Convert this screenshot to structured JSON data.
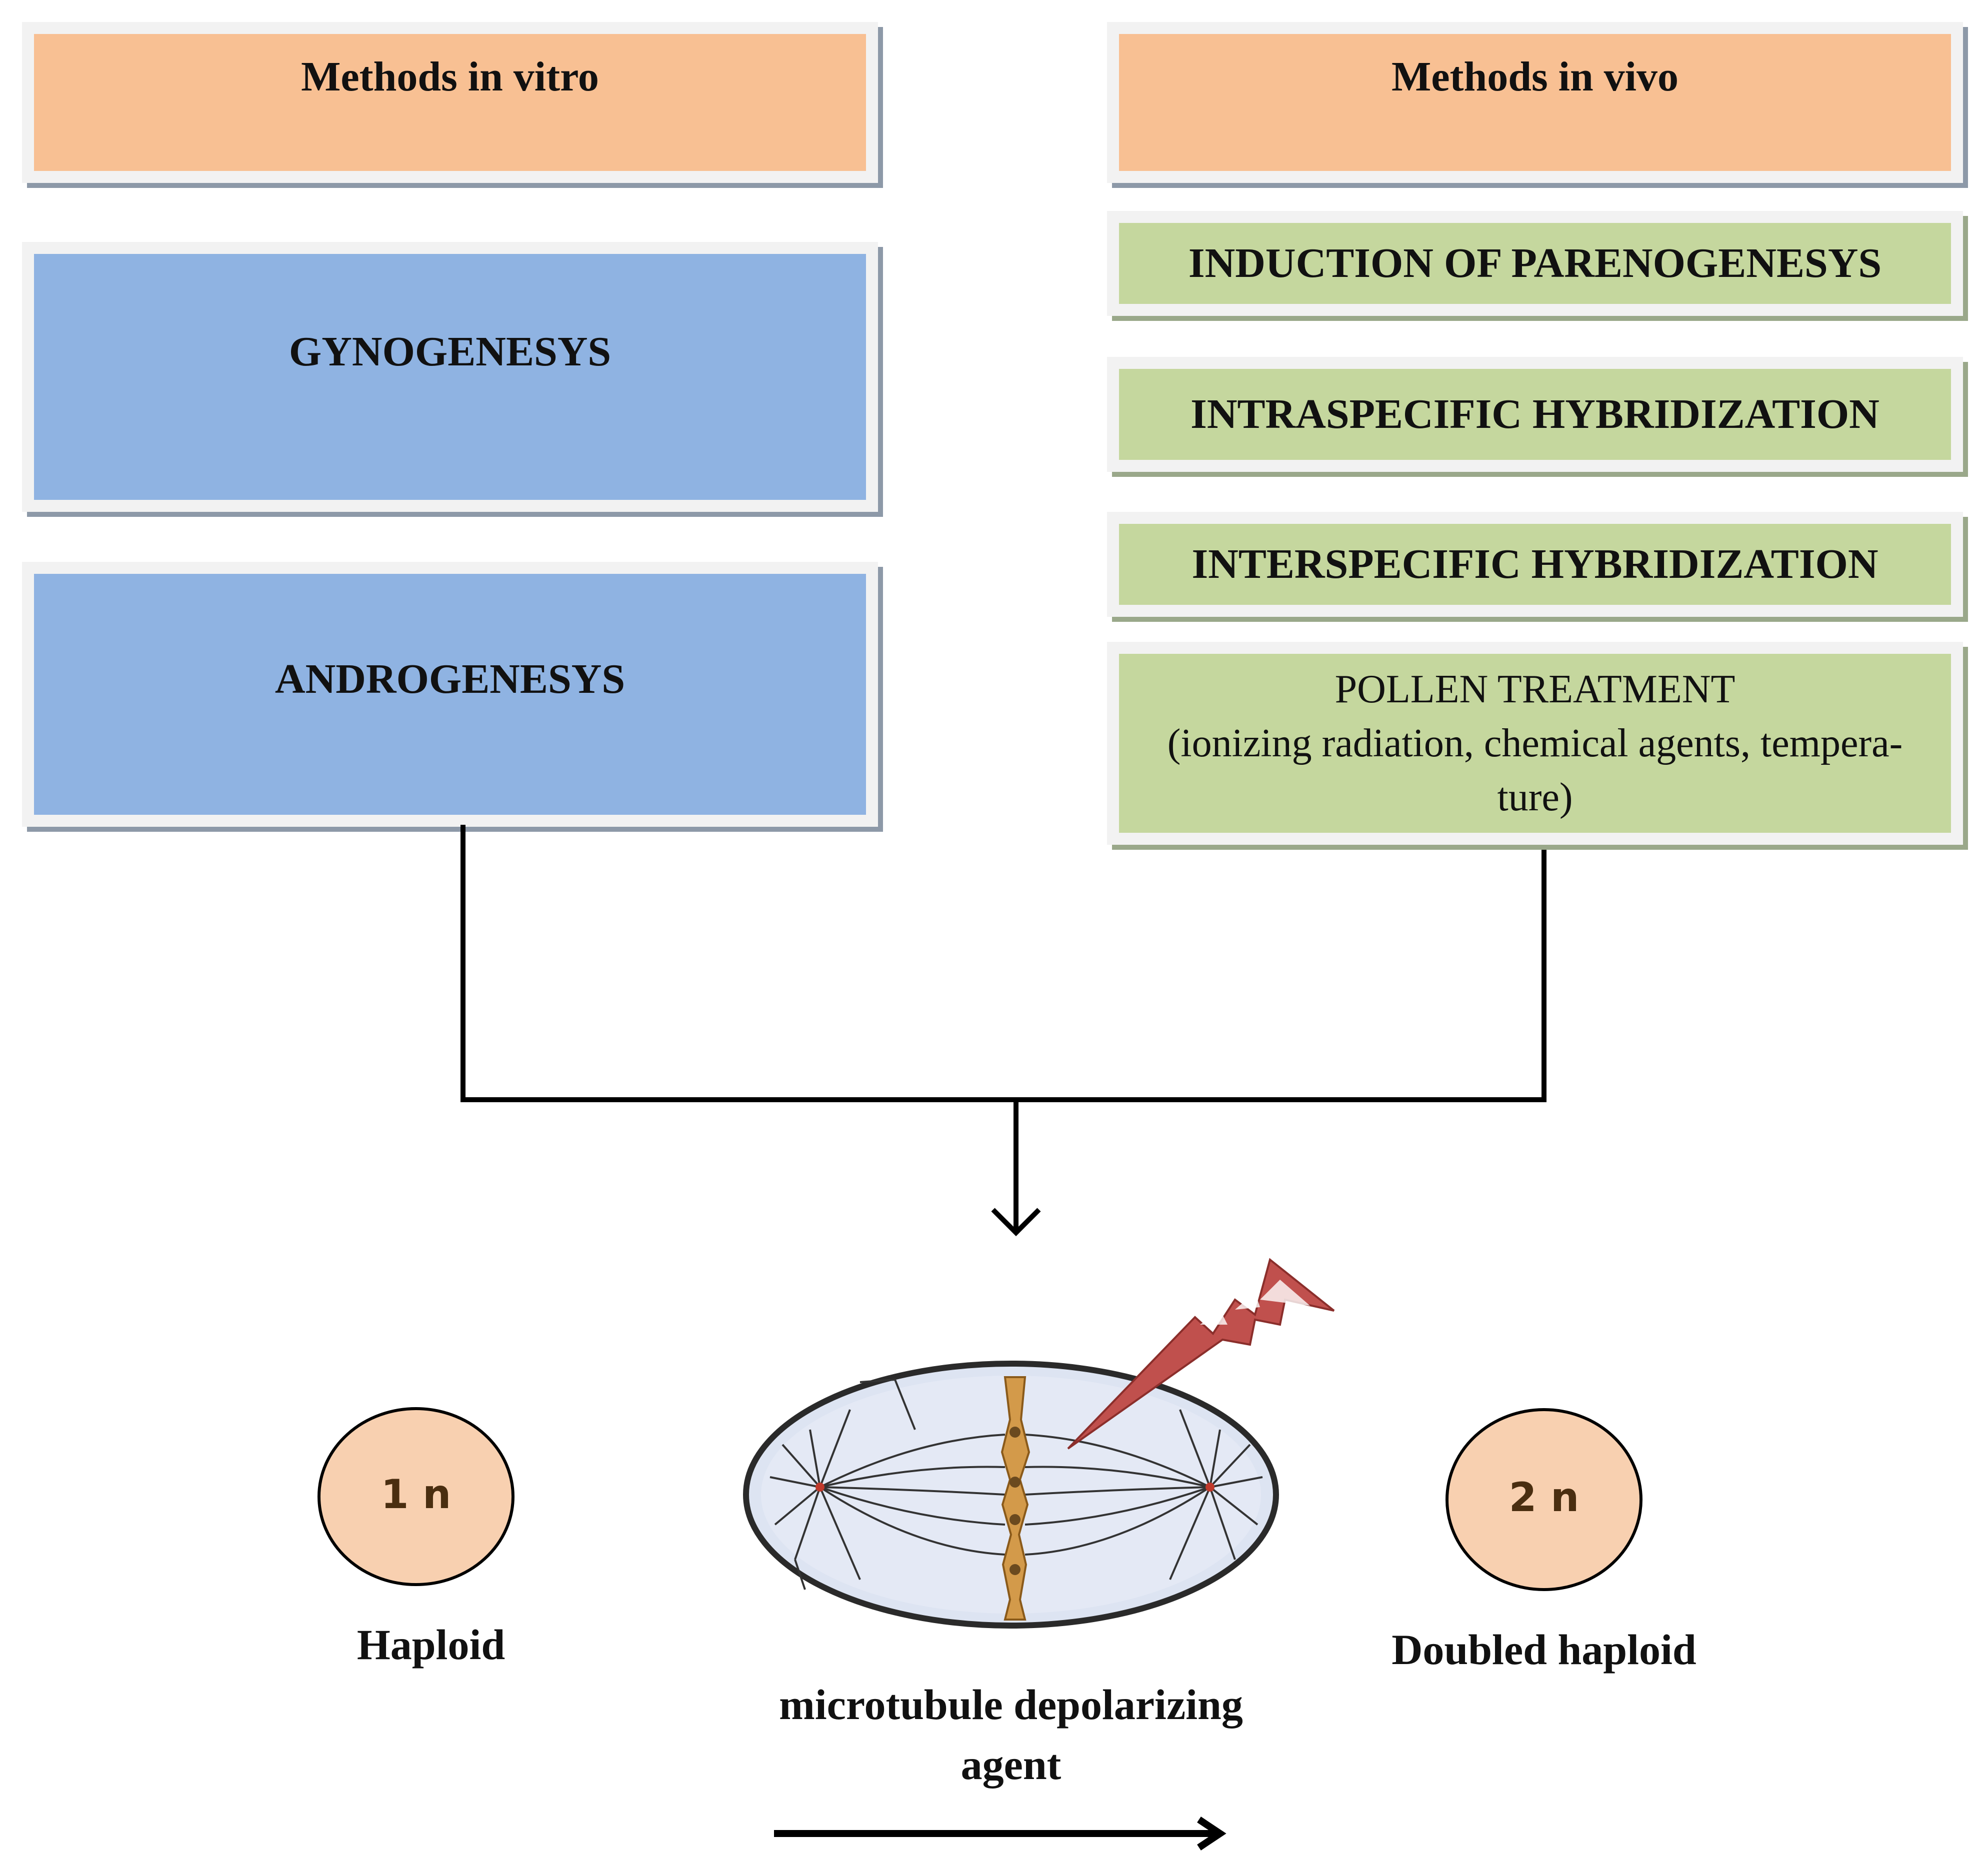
{
  "in_vitro": {
    "header": "Methods in vitro",
    "items": [
      "GYNOGENESYS",
      "ANDROGENESYS"
    ]
  },
  "in_vivo": {
    "header": "Methods in vivo",
    "items": [
      "INDUCTION OF PARENOGENESYS",
      "INTRASPECIFIC HYBRIDIZATION",
      "INTERSPECIFIC HYBRIDIZATION"
    ],
    "pollen_treatment": {
      "title": "POLLEN TREATMENT",
      "detail_line1": "(ionizing radiation, chemical agents, tempera-",
      "detail_line2": "ture)"
    }
  },
  "cells": {
    "haploid_symbol": "1 n",
    "haploid_label": "Haploid",
    "doubled_symbol": "2 n",
    "doubled_label": "Doubled haploid"
  },
  "process": {
    "agent_line1": "microtubule depolarizing",
    "agent_line2": "agent"
  },
  "colors": {
    "header_fill": "#f8c093",
    "in_vitro_fill": "#8fb3e2",
    "in_vivo_fill": "#c5d79e",
    "cell_fill": "#f8d0b0",
    "lightning": "#c0504d"
  }
}
